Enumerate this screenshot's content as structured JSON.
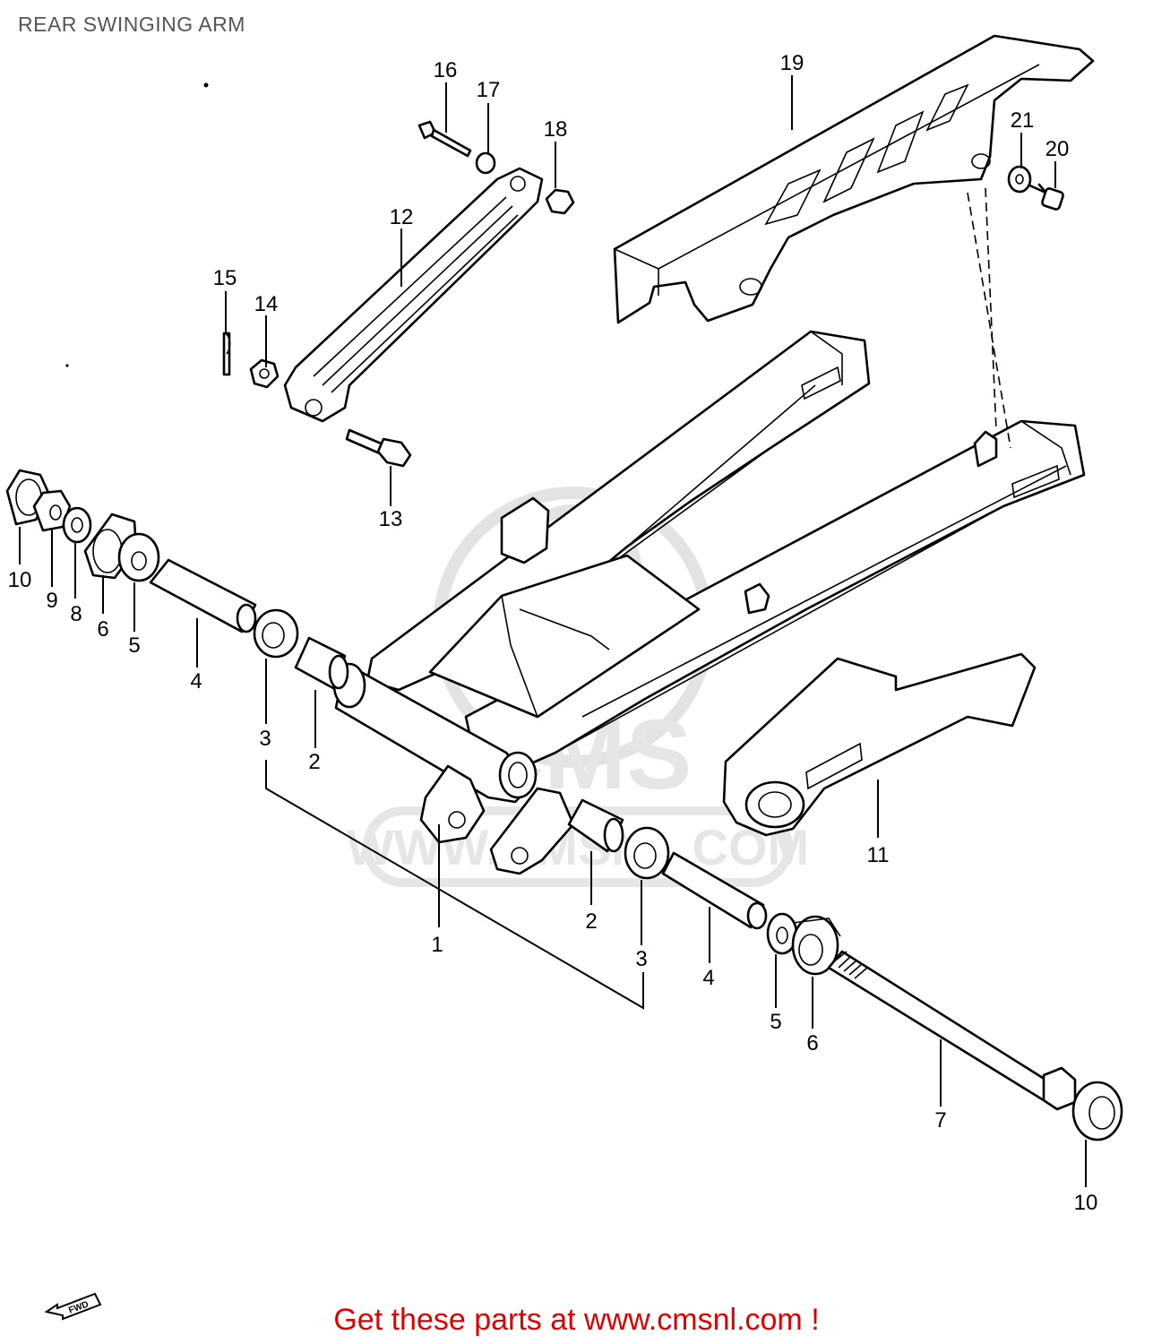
{
  "title": "REAR SWINGING ARM",
  "footer": "Get these parts at www.cmsnl.com !",
  "watermark": {
    "logo_text": "CMS",
    "url_text": "WWW.CMSNL.COM"
  },
  "fwd_label": "FWD",
  "colors": {
    "footer_text": "#e00000",
    "title_text": "#555555",
    "line_art": "#000000",
    "watermark": "#e6e6e6"
  },
  "callouts": [
    "1",
    "2",
    "2",
    "3",
    "3",
    "4",
    "4",
    "5",
    "5",
    "6",
    "6",
    "7",
    "8",
    "9",
    "10",
    "10",
    "11",
    "12",
    "13",
    "14",
    "15",
    "16",
    "17",
    "18",
    "19",
    "20",
    "21"
  ]
}
